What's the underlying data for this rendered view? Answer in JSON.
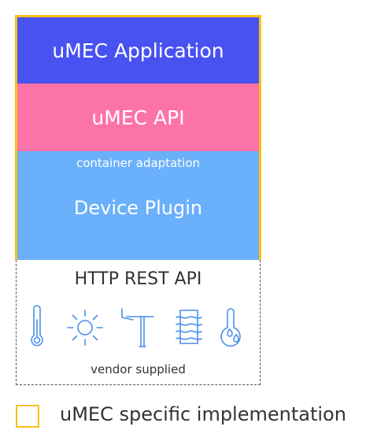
{
  "layers": {
    "application": "uMEC Application",
    "api": "uMEC API",
    "adaptation": "container adaptation",
    "plugin": "Device Plugin"
  },
  "vendor": {
    "rest_api": "HTTP REST API",
    "supplied": "vendor supplied",
    "icons": [
      "thermometer-icon",
      "sun-icon",
      "wind-vane-icon",
      "air-flow-icon",
      "humidity-icon"
    ]
  },
  "legend": {
    "label": "uMEC specific implementation",
    "color": "#fbc119"
  },
  "colors": {
    "application": "#4852f1",
    "api": "#fc73a8",
    "plugin": "#6ab0fb",
    "icon": "#4a8fe8"
  }
}
